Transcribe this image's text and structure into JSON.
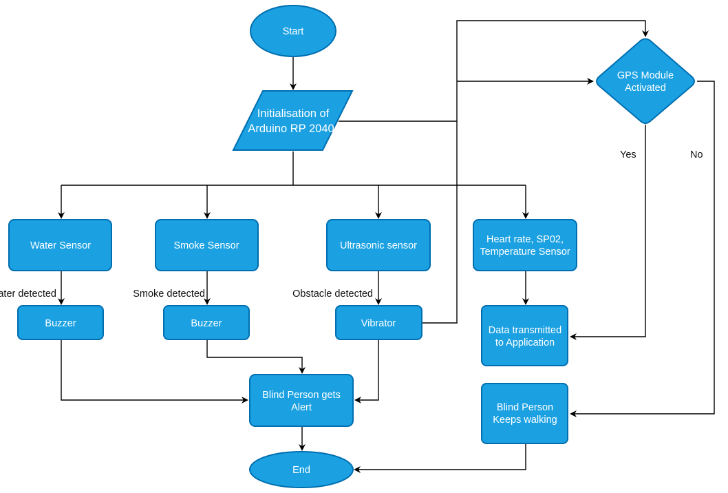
{
  "colors": {
    "node_fill": "#1ba1e2",
    "node_stroke": "#006eaf",
    "node_text": "#ffffff",
    "edge": "#000000"
  },
  "nodes": {
    "start": "Start",
    "init": [
      "Initialisation of",
      "Arduino RP 2040"
    ],
    "gps": [
      "GPS Module",
      "Activated"
    ],
    "water_sensor": "Water Sensor",
    "smoke_sensor": "Smoke Sensor",
    "ultrasonic_sensor": "Ultrasonic sensor",
    "health_sensor": [
      "Heart rate, SP02,",
      "Temperature Sensor"
    ],
    "buzzer_water": "Buzzer",
    "buzzer_smoke": "Buzzer",
    "vibrator": "Vibrator",
    "data_transmitted": [
      "Data transmitted",
      "to Application"
    ],
    "alert": [
      "Blind Person gets",
      "Alert"
    ],
    "keeps_walking": [
      "Blind Person",
      "Keeps walking"
    ],
    "end": "End"
  },
  "edge_labels": {
    "yes": "Yes",
    "no": "No",
    "water_detected": "Water detected",
    "smoke_detected": "Smoke detected",
    "obstacle_detected": "Obstacle detected"
  }
}
